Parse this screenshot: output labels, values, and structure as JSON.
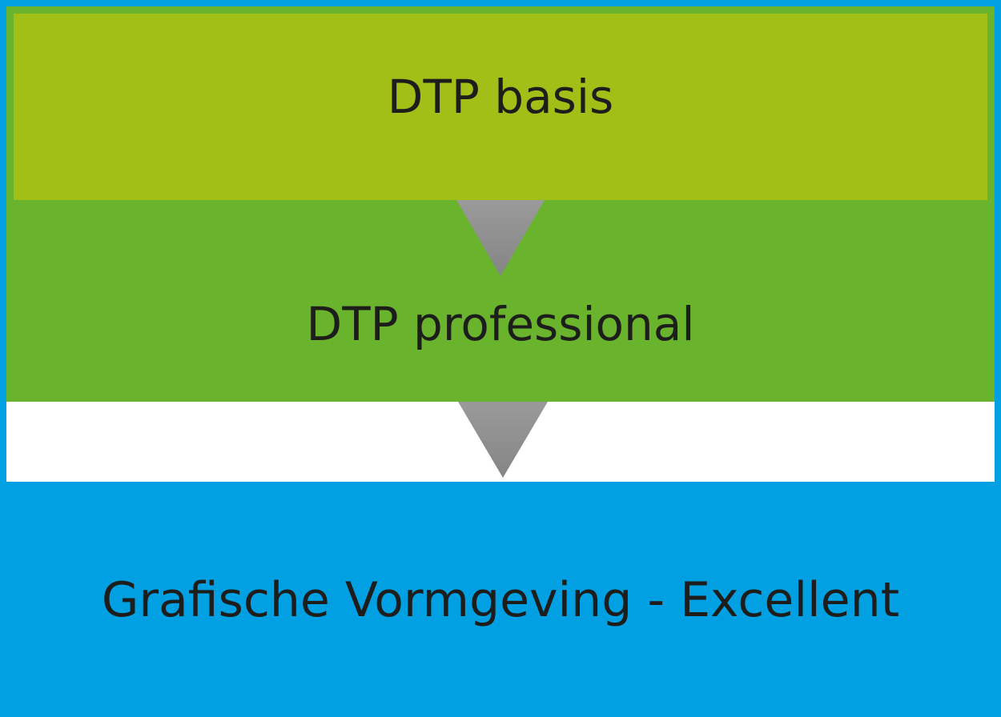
{
  "levels": [
    {
      "label": "DTP basis",
      "color": "#a2bf18"
    },
    {
      "label": "DTP professional",
      "color": "#6ab42d"
    },
    {
      "label": "Grafische Vormgeving - Excellent",
      "color": "#00a0e3"
    }
  ],
  "colors": {
    "background": "#00a0e3",
    "white_band": "#ffffff",
    "arrow": "#8e8e8e",
    "text": "#1d1d1b"
  }
}
